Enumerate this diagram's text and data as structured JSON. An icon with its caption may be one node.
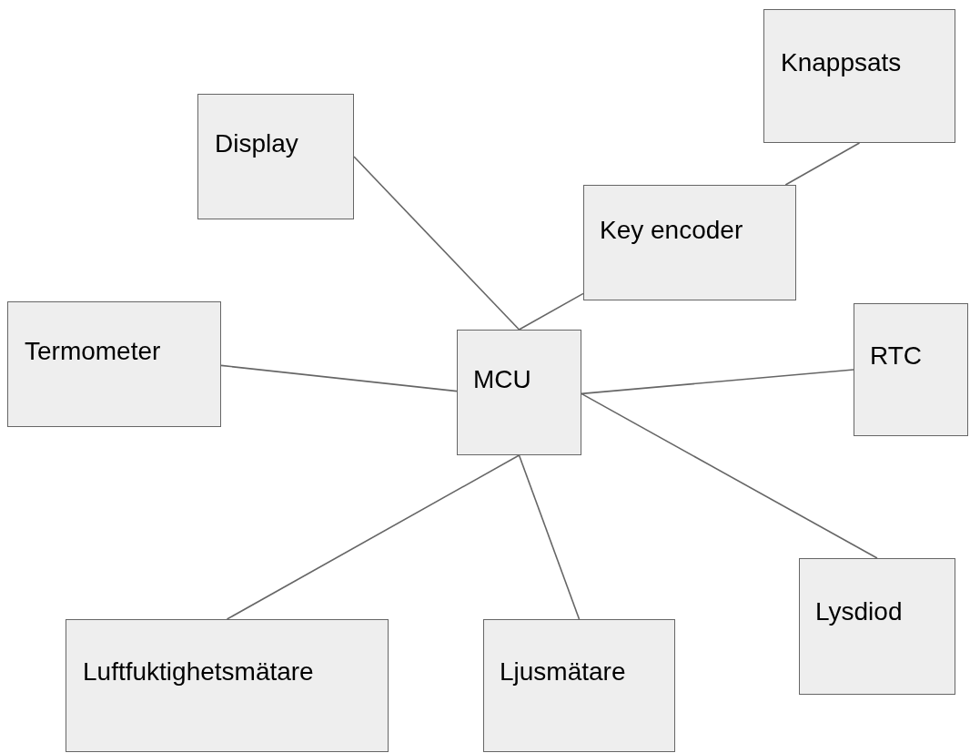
{
  "diagram": {
    "nodes": [
      {
        "text": [
          "Display"
        ]
      },
      {
        "text": [
          "Knappsats"
        ]
      },
      {
        "text": [
          "Key encoder"
        ]
      },
      {
        "text": [
          "Termometer"
        ]
      },
      {
        "text": [
          "MCU"
        ]
      },
      {
        "text": [
          "RTC"
        ]
      },
      {
        "text": [
          "Lysdiod"
        ]
      },
      {
        "text": [
          "Luftfuktighetsmätare"
        ]
      },
      {
        "text": [
          "Ljusmätare"
        ]
      }
    ],
    "edges": [
      {
        "from": 0,
        "to": 4,
        "arrow": "none"
      },
      {
        "from": 1,
        "to": 2,
        "arrow": "none"
      },
      {
        "from": 2,
        "to": 4,
        "arrow": "none"
      },
      {
        "from": 3,
        "to": 4,
        "arrow": "none"
      },
      {
        "from": 4,
        "to": 5,
        "arrow": "none"
      },
      {
        "from": 4,
        "to": 6,
        "arrow": "none"
      },
      {
        "from": 4,
        "to": 7,
        "arrow": "none"
      },
      {
        "from": 4,
        "to": 8,
        "arrow": "none"
      }
    ]
  }
}
